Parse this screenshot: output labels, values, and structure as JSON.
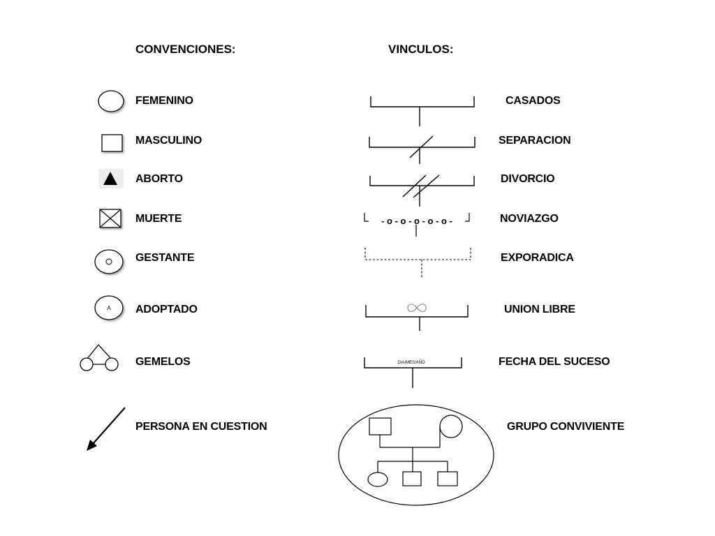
{
  "headers": {
    "convenciones": "CONVENCIONES:",
    "vinculos": "VINCULOS:"
  },
  "convenciones": [
    {
      "label": "FEMENINO",
      "icon": "circle-icon"
    },
    {
      "label": "MASCULINO",
      "icon": "square-icon"
    },
    {
      "label": "ABORTO",
      "icon": "triangle-icon"
    },
    {
      "label": "MUERTE",
      "icon": "crossed-square-icon"
    },
    {
      "label": "GESTANTE",
      "icon": "circle-dot-icon"
    },
    {
      "label": "ADOPTADO",
      "icon": "circle-a-icon",
      "inner_text": "A"
    },
    {
      "label": "GEMELOS",
      "icon": "twins-icon"
    },
    {
      "label": "PERSONA EN CUESTION",
      "icon": "arrow-icon"
    }
  ],
  "vinculos": [
    {
      "label": "CASADOS",
      "icon": "married-line-icon"
    },
    {
      "label": "SEPARACION",
      "icon": "separation-line-icon"
    },
    {
      "label": "DIVORCIO",
      "icon": "divorce-line-icon"
    },
    {
      "label": "NOVIAZGO",
      "icon": "dating-line-icon",
      "pattern": "- o - o - o - o - o -"
    },
    {
      "label": "EXPORADICA",
      "icon": "sporadic-dashed-line-icon"
    },
    {
      "label": "UNION LIBRE",
      "icon": "infinity-line-icon"
    },
    {
      "label": "FECHA DEL SUCESO",
      "icon": "date-line-icon",
      "date_text": "DIA/MES/AÑO"
    },
    {
      "label": "GRUPO CONVIVIENTE",
      "icon": "household-group-icon"
    }
  ]
}
